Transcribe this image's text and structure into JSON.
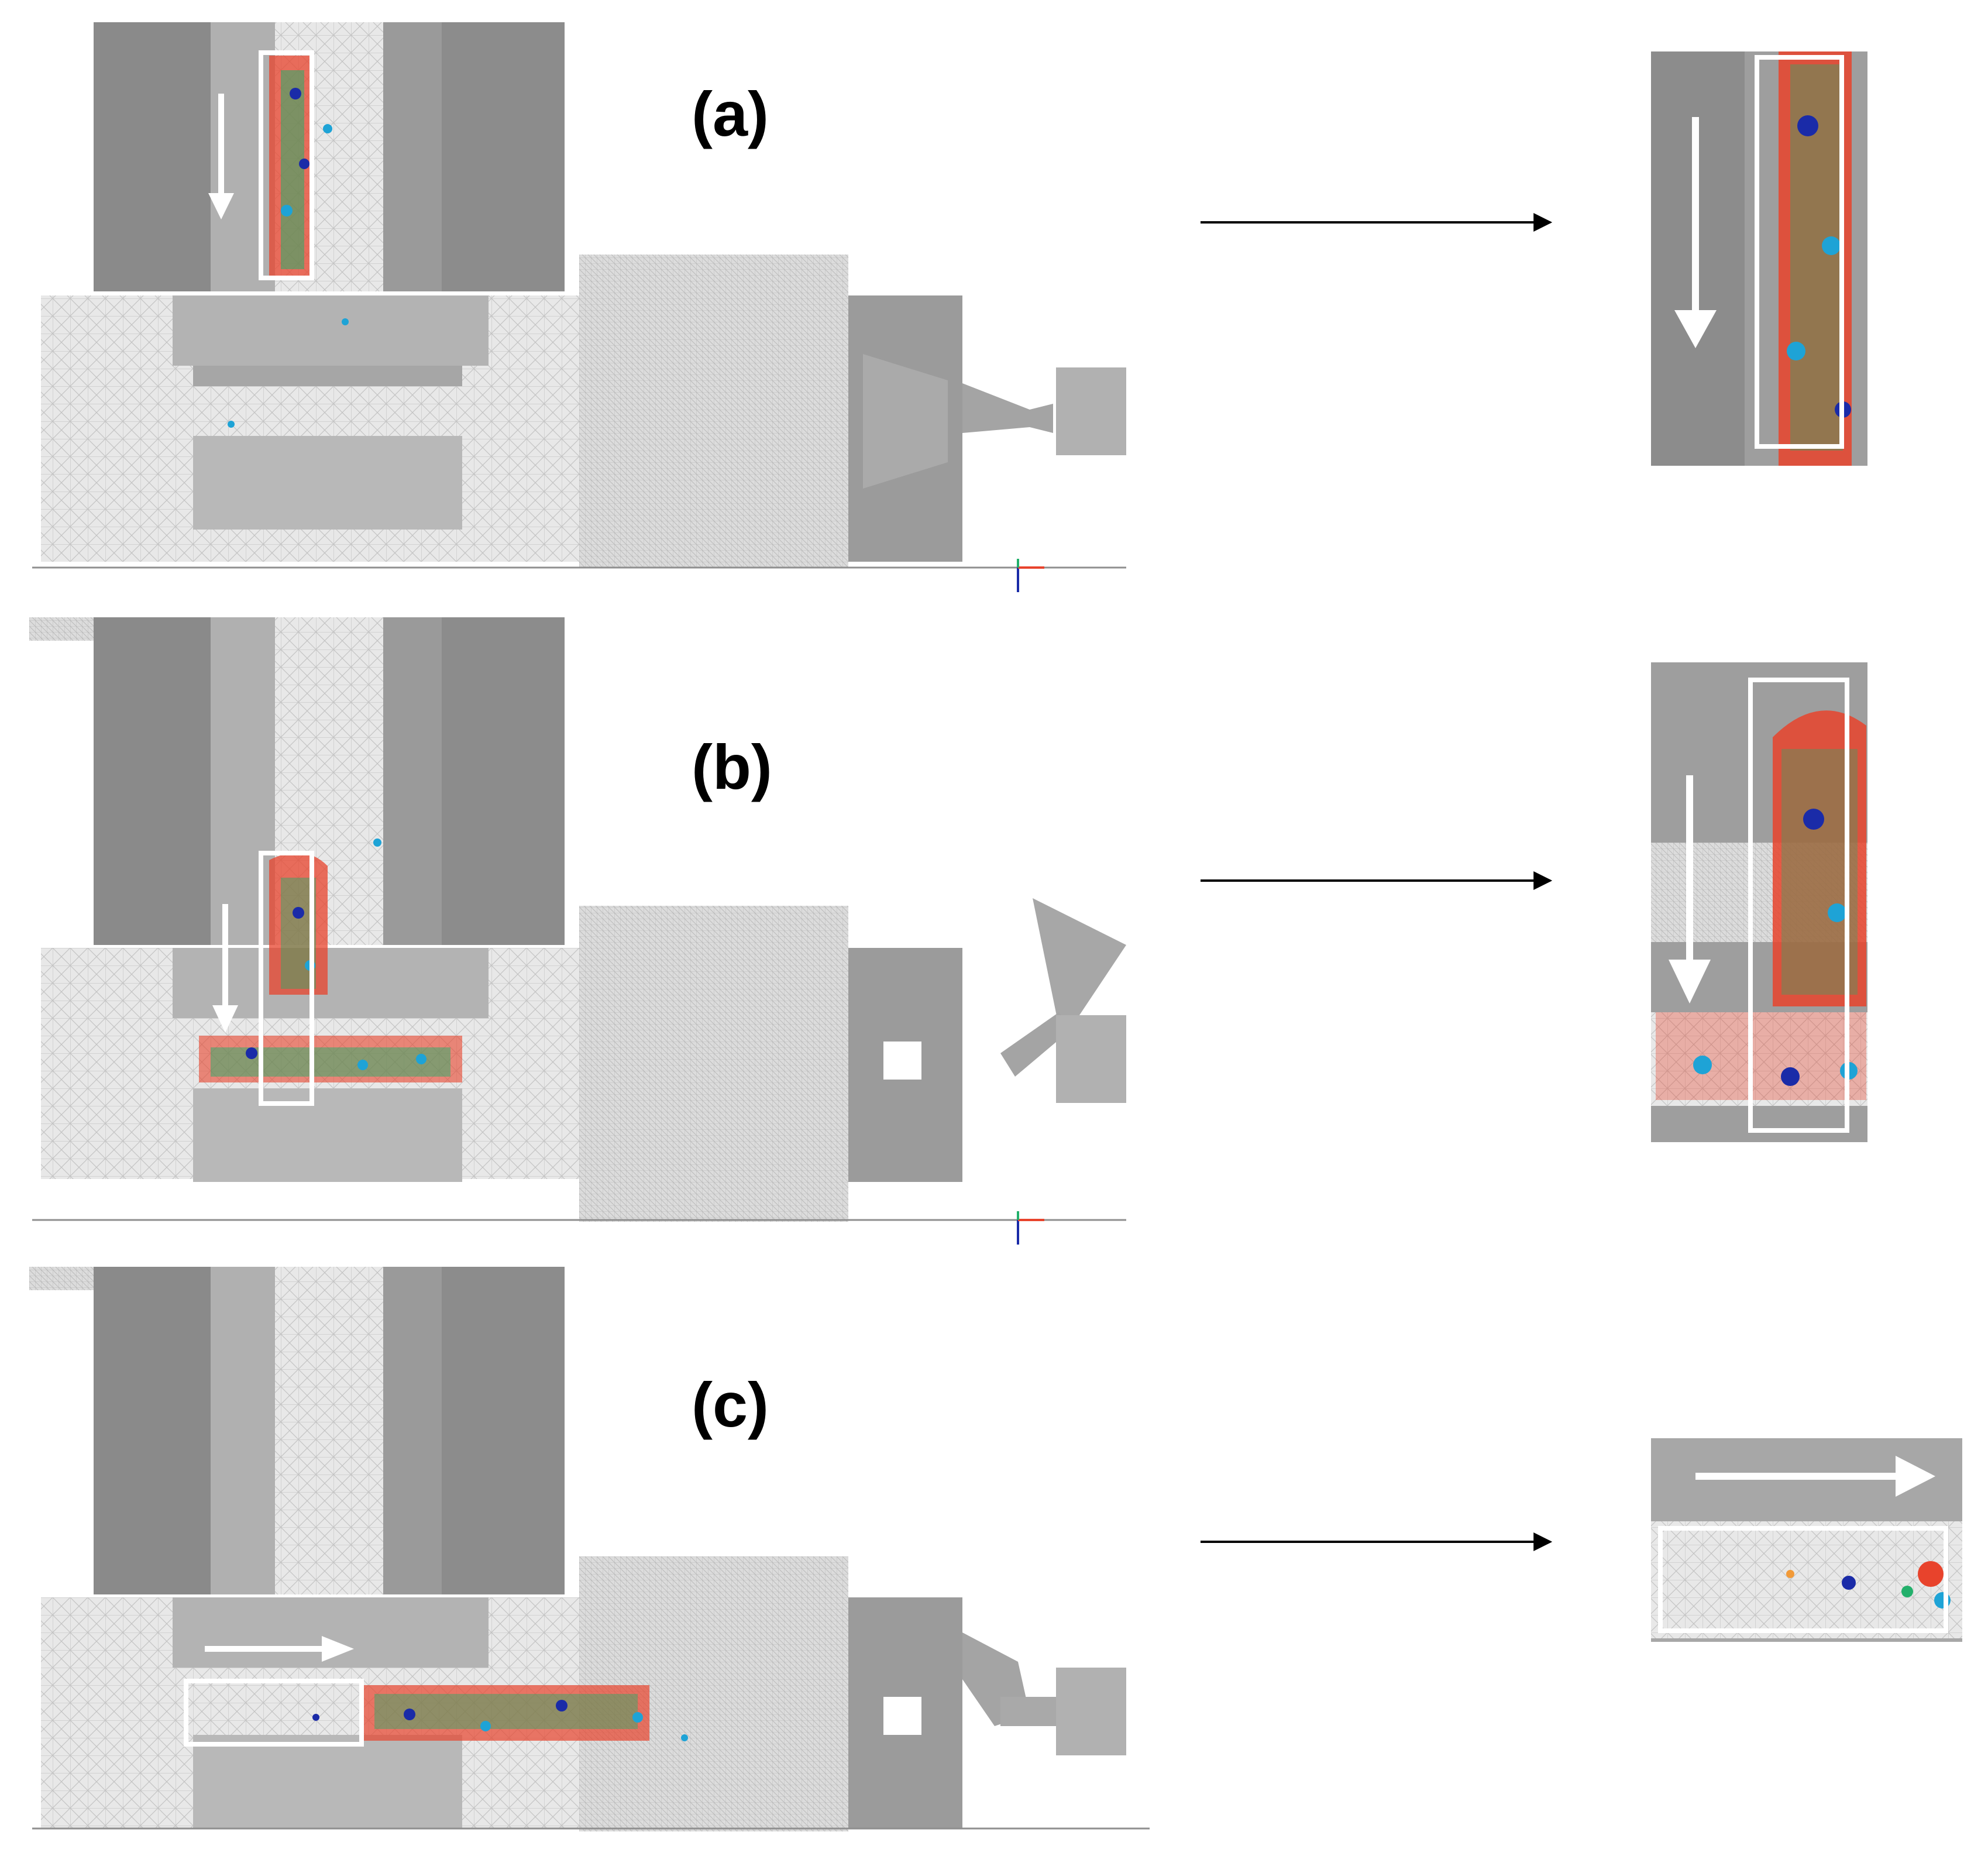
{
  "figure": {
    "panels": [
      {
        "label": "(a)",
        "flow_direction": "down"
      },
      {
        "label": "(b)",
        "flow_direction": "down"
      },
      {
        "label": "(c)",
        "flow_direction": "right"
      }
    ],
    "colors": {
      "mold_dark": "#8e8e8e",
      "mold_mid": "#a9a9a9",
      "mold_light": "#d6d6d6",
      "mesh_bg": "#e6e6e6",
      "mesh_line": "#bdbdbd",
      "particle_red": "#e8432c",
      "particle_orange": "#f29a38",
      "particle_green": "#23b06b",
      "particle_cyan": "#1ea3d6",
      "particle_blue": "#1a2ba8",
      "outline": "#ffffff",
      "arrow": "#000000"
    },
    "icons": [
      "down-arrow-icon",
      "right-arrow-icon",
      "axis-triad-icon"
    ]
  }
}
